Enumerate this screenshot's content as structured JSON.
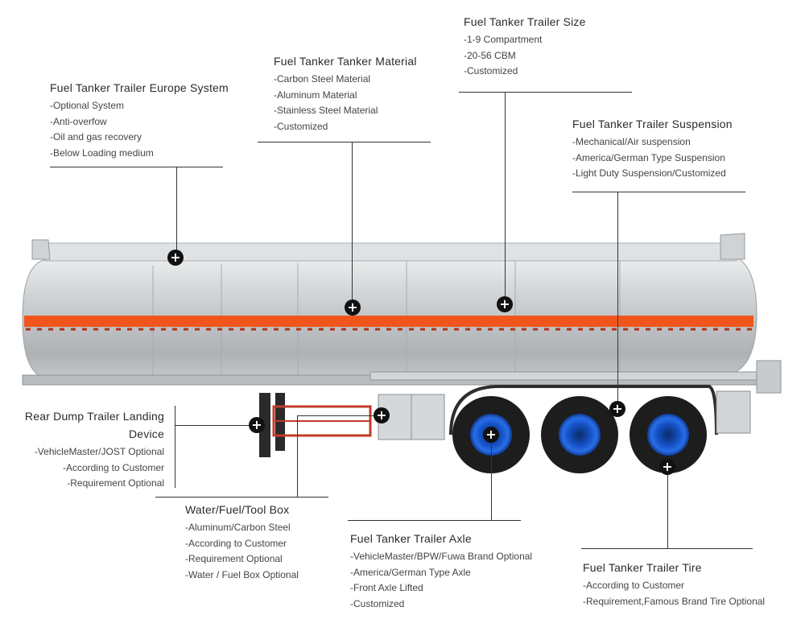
{
  "callouts": {
    "europe": {
      "title": "Fuel Tanker Trailer Europe System",
      "items": [
        "-Optional System",
        "-Anti-overfow",
        "-Oil and gas recovery",
        "-Below Loading medium"
      ]
    },
    "material": {
      "title": "Fuel Tanker Tanker Material",
      "items": [
        "-Carbon Steel Material",
        "-Aluminum Material",
        "-Stainless Steel Material",
        "-Customized"
      ]
    },
    "size": {
      "title": "Fuel Tanker Trailer Size",
      "items": [
        "-1-9 Compartment",
        "-20-56 CBM",
        "-Customized"
      ]
    },
    "suspension": {
      "title": "Fuel Tanker Trailer Suspension",
      "items": [
        "-Mechanical/Air suspension",
        "-America/German Type Suspension",
        "-Light Duty Suspension/Customized"
      ]
    },
    "landing": {
      "title_line1": "Rear Dump Trailer Landing",
      "title_line2": "Device",
      "items": [
        "-VehicleMaster/JOST Optional",
        "-According to Customer",
        "-Requirement Optional"
      ]
    },
    "toolbox": {
      "title": "Water/Fuel/Tool Box",
      "items": [
        "-Aluminum/Carbon Steel",
        "-According to Customer",
        "-Requirement Optional",
        "-Water / Fuel Box Optional"
      ]
    },
    "axle": {
      "title": "Fuel Tanker Trailer Axle",
      "items": [
        "-VehicleMaster/BPW/Fuwa Brand Optional",
        "-America/German Type Axle",
        "-Front Axle Lifted",
        "-Customized"
      ]
    },
    "tire": {
      "title": "Fuel Tanker Trailer Tire",
      "items": [
        "-According to Customer",
        "-Requirement,Famous Brand Tire Optional"
      ]
    }
  },
  "hotspot_symbol": "+",
  "colors": {
    "stripe": "#f0561c",
    "tank_body": "#c9cdd0",
    "wheel_hub": "#1a5fd0",
    "tire": "#1d1d1d"
  }
}
